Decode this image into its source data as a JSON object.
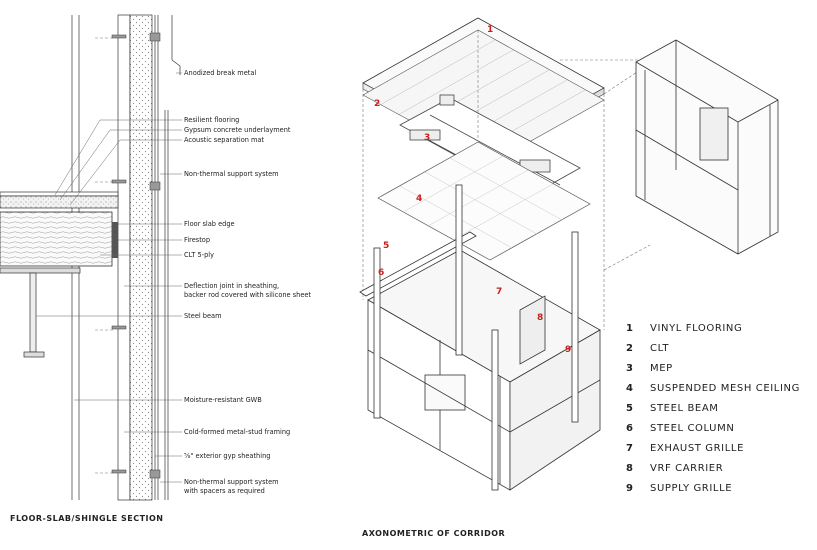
{
  "section": {
    "caption": "FLOOR-SLAB/SHINGLE SECTION",
    "callouts": [
      "Anodized break metal",
      "Resilient flooring",
      "Gypsum concrete underlayment",
      "Acoustic separation mat",
      "Non-thermal support system",
      "Floor slab edge",
      "Firestop",
      "CLT 5-ply",
      "Deflection joint in sheathing,",
      "backer rod covered with silicone sheet",
      "Steel beam",
      "Moisture-resistant GWB",
      "Cold-formed metal-stud framing",
      "⅝\" exterior gyp sheathing",
      "Non-thermal support system",
      "with spacers as required"
    ]
  },
  "axon": {
    "caption": "AXONOMETRIC OF CORRIDOR",
    "tags": [
      "1",
      "2",
      "3",
      "4",
      "5",
      "6",
      "7",
      "8",
      "9"
    ]
  },
  "legend": [
    {
      "num": "1",
      "label": "VINYL FLOORING"
    },
    {
      "num": "2",
      "label": "CLT"
    },
    {
      "num": "3",
      "label": "MEP"
    },
    {
      "num": "4",
      "label": "SUSPENDED MESH CEILING"
    },
    {
      "num": "5",
      "label": "STEEL BEAM"
    },
    {
      "num": "6",
      "label": "STEEL COLUMN"
    },
    {
      "num": "7",
      "label": "EXHAUST GRILLE"
    },
    {
      "num": "8",
      "label": "VRF CARRIER"
    },
    {
      "num": "9",
      "label": "SUPPLY GRILLE"
    }
  ],
  "colors": {
    "accent": "#c8201e",
    "ink": "#222222"
  }
}
